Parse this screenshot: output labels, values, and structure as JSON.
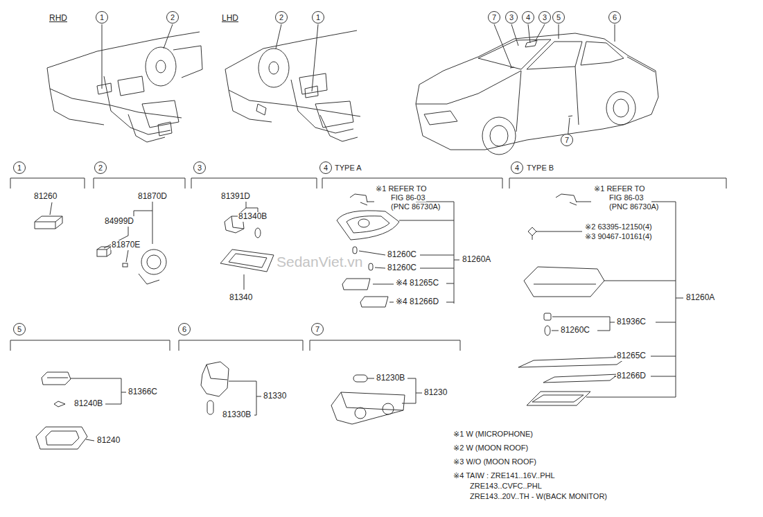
{
  "diagram": {
    "nodes": [
      {
        "text": [
          "1"
        ]
      },
      {
        "text": [
          "2"
        ]
      },
      {
        "text": [
          "2"
        ]
      },
      {
        "text": [
          "1"
        ]
      },
      {
        "text": [
          "7"
        ]
      },
      {
        "text": [
          "3"
        ]
      },
      {
        "text": [
          "4"
        ]
      },
      {
        "text": [
          "3"
        ]
      },
      {
        "text": [
          "5"
        ]
      },
      {
        "text": [
          "6"
        ]
      },
      {
        "text": [
          "7"
        ]
      },
      {
        "text": [
          "1"
        ]
      },
      {
        "text": [
          "2"
        ]
      },
      {
        "text": [
          "3"
        ]
      },
      {
        "text": [
          "4"
        ]
      },
      {
        "text": [
          "4"
        ]
      },
      {
        "text": [
          "5"
        ]
      },
      {
        "text": [
          "6"
        ]
      },
      {
        "text": [
          "7"
        ]
      }
    ],
    "labels": [
      "RHD",
      "LHD",
      "81260",
      "81870D",
      "84999D",
      "81870E",
      "81391D",
      "81340B",
      "81340",
      "TYPE A",
      "※1 REFER TO",
      "FIG 86-03",
      "(PNC 86730A)",
      "81260C",
      "81260C",
      "81260A",
      "※4 81265C",
      "※4 81266D",
      "TYPE B",
      "※1 REFER TO",
      "FIG 86-03",
      "(PNC 86730A)",
      "※2 63395-12150(4)",
      "※3 90467-10161(4)",
      "81936C",
      "81260C",
      "81265C",
      "81266D",
      "81260A",
      "81366C",
      "81240B",
      "81240",
      "81330",
      "81330B",
      "81230B",
      "81230",
      "※1 W (MICROPHONE)",
      "※2 W (MOON ROOF)",
      "※3 W/O (MOON ROOF)",
      "※4 TAIW : ZRE141..16V..PHL",
      "ZRE143..CVFC..PHL",
      "ZRE143..20V..TH - W(BACK MONITOR)",
      "SedanViet.vn"
    ]
  }
}
